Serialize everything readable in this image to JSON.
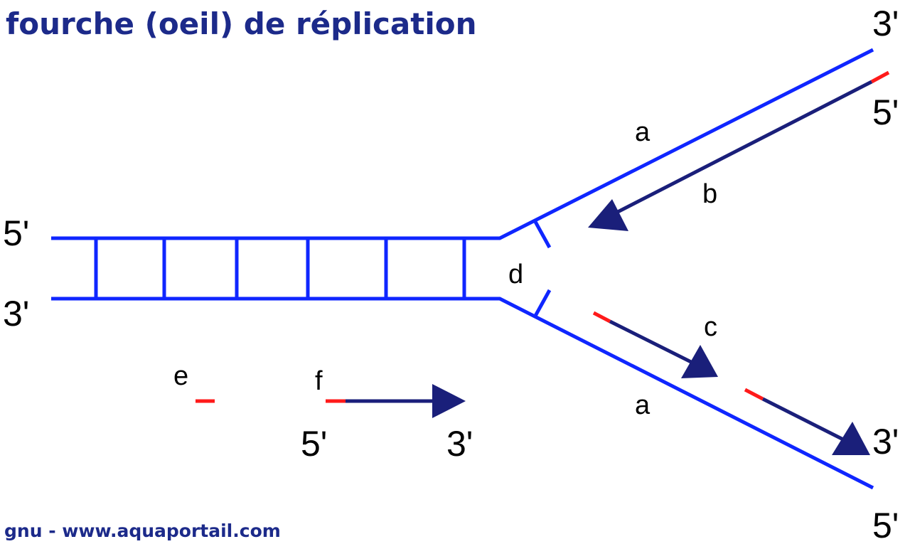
{
  "title": "fourche (oeil) de réplication",
  "credit": "gnu - www.aquaportail.com",
  "colors": {
    "strand": "#0f26ff",
    "new_strand": "#1a1f7a",
    "primer": "#ff1a1a",
    "title": "#1c2a8a",
    "text": "#000000"
  },
  "end_labels": {
    "left_top": "5'",
    "left_bottom": "3'",
    "upper_arm_end": "3'",
    "upper_new_end": "5'",
    "lower_new_end": "3'",
    "lower_arm_end": "5'",
    "legend_start": "5'",
    "legend_end": "3'"
  },
  "letters": {
    "a_upper": "a",
    "b": "b",
    "d": "d",
    "c": "c",
    "a_lower": "a",
    "e": "e",
    "f": "f"
  }
}
